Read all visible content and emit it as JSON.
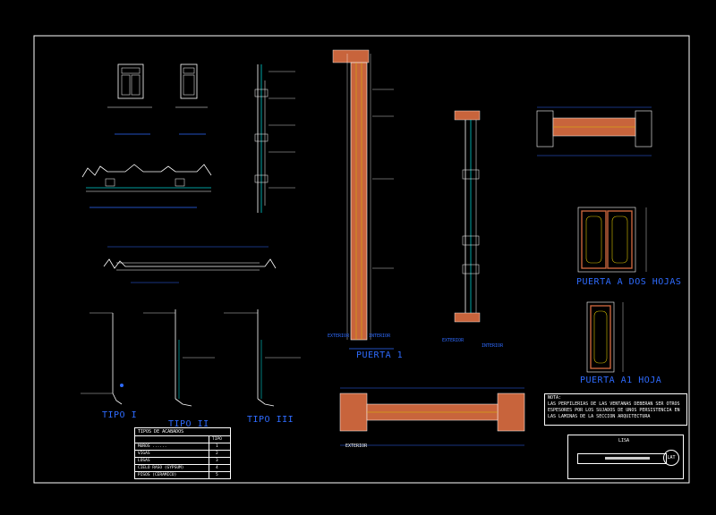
{
  "drawing": {
    "background": "#000000",
    "line_color": "#ffffff",
    "accent_blue": "#2e6bff",
    "wood_color": "#c8643c",
    "cyan": "#00d0d0",
    "yellow": "#d8c000"
  },
  "titles": {
    "tipo1": "TIPO I",
    "tipo2": "TIPO II",
    "tipo3": "TIPO III",
    "puerta1": "PUERTA 1",
    "puerta_dos_hojas": "PUERTA A DOS HOJAS",
    "puerta_una_hoja": "PUERTA A1 HOJA"
  },
  "labels": {
    "exterior": "EXTERIOR",
    "interior": "INTERIOR",
    "exterior2": "EXTERIOR",
    "interior2": "INTERIOR",
    "ext_bottom": "EXTERIOR"
  },
  "note": {
    "heading": "NOTA:",
    "body": "LAS PERFILERIAS DE LAS VENTANAS DEBERAN SER OTROS ESPESORES POR LOS SUJADOS DE UNOS PERSISTENCIA EN LAS LAMINAS DE LA SECCION ARQUITECTURA"
  },
  "legend": {
    "title": "TIPOS DE ACABADOS",
    "col_header": "TIPO",
    "rows": [
      {
        "name": "MUROS ......",
        "type": "1"
      },
      {
        "name": "VIGAS",
        "type": "2"
      },
      {
        "name": "LOSAS",
        "type": "3"
      },
      {
        "name": "CIELO RASO (GYPSUM)",
        "type": "4"
      },
      {
        "name": "PISOS (CERAMICO)",
        "type": "5"
      }
    ]
  },
  "titleblock": {
    "label": "LISA",
    "logo": "LAT"
  }
}
